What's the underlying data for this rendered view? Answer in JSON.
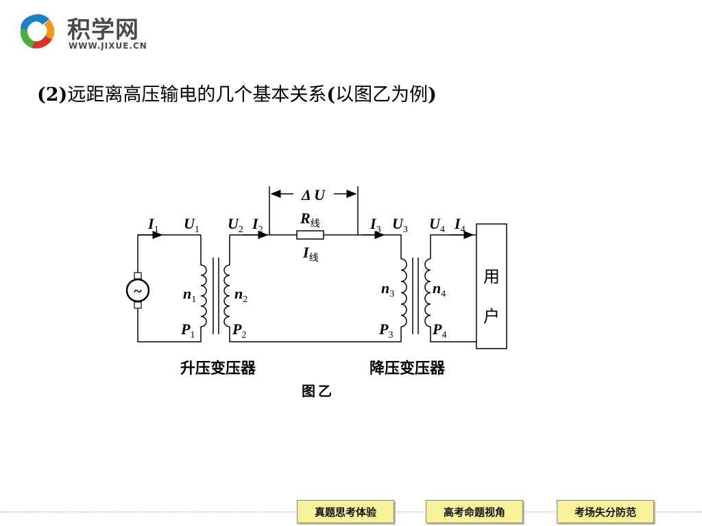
{
  "logo": {
    "name": "积学网",
    "url": "WWW.JIXUE.CN"
  },
  "heading": {
    "number": "(2)",
    "text": "远距离高压输电的几个基本关系",
    "paren_open": "(",
    "paren_text": "以图乙为例",
    "paren_close": ")"
  },
  "diagram": {
    "delta_u": {
      "main": "Δ U"
    },
    "r_line": {
      "main": "R",
      "sub": "线"
    },
    "i_line": {
      "main": "I",
      "sub": "线"
    },
    "i1": {
      "main": "I",
      "sub": "1"
    },
    "u1": {
      "main": "U",
      "sub": "1"
    },
    "u2": {
      "main": "U",
      "sub": "2"
    },
    "i2": {
      "main": "I",
      "sub": "2"
    },
    "i3": {
      "main": "I",
      "sub": "3"
    },
    "u3": {
      "main": "U",
      "sub": "3"
    },
    "u4": {
      "main": "U",
      "sub": "4"
    },
    "i4": {
      "main": "I",
      "sub": "4"
    },
    "n1": {
      "main": "n",
      "sub": "1"
    },
    "n2": {
      "main": "n",
      "sub": "2"
    },
    "n3": {
      "main": "n",
      "sub": "3"
    },
    "n4": {
      "main": "n",
      "sub": "4"
    },
    "p1": {
      "main": "P",
      "sub": "1"
    },
    "p2": {
      "main": "P",
      "sub": "2"
    },
    "p3": {
      "main": "P",
      "sub": "3"
    },
    "p4": {
      "main": "P",
      "sub": "4"
    },
    "user_char1": "用",
    "user_char2": "户",
    "generator_symbol": "~",
    "step_up_label": "升压变压器",
    "step_down_label": "降压变压器",
    "caption": "图乙"
  },
  "nav": {
    "btn1": "真题思考体验",
    "btn2": "高考命题视角",
    "btn3": "考场失分防范"
  },
  "colors": {
    "nav_bg": "#f7f19c",
    "logo_blue": "#1e7fc3",
    "logo_green": "#4cae3a",
    "logo_orange": "#f39a1c",
    "logo_red": "#d6322e"
  }
}
